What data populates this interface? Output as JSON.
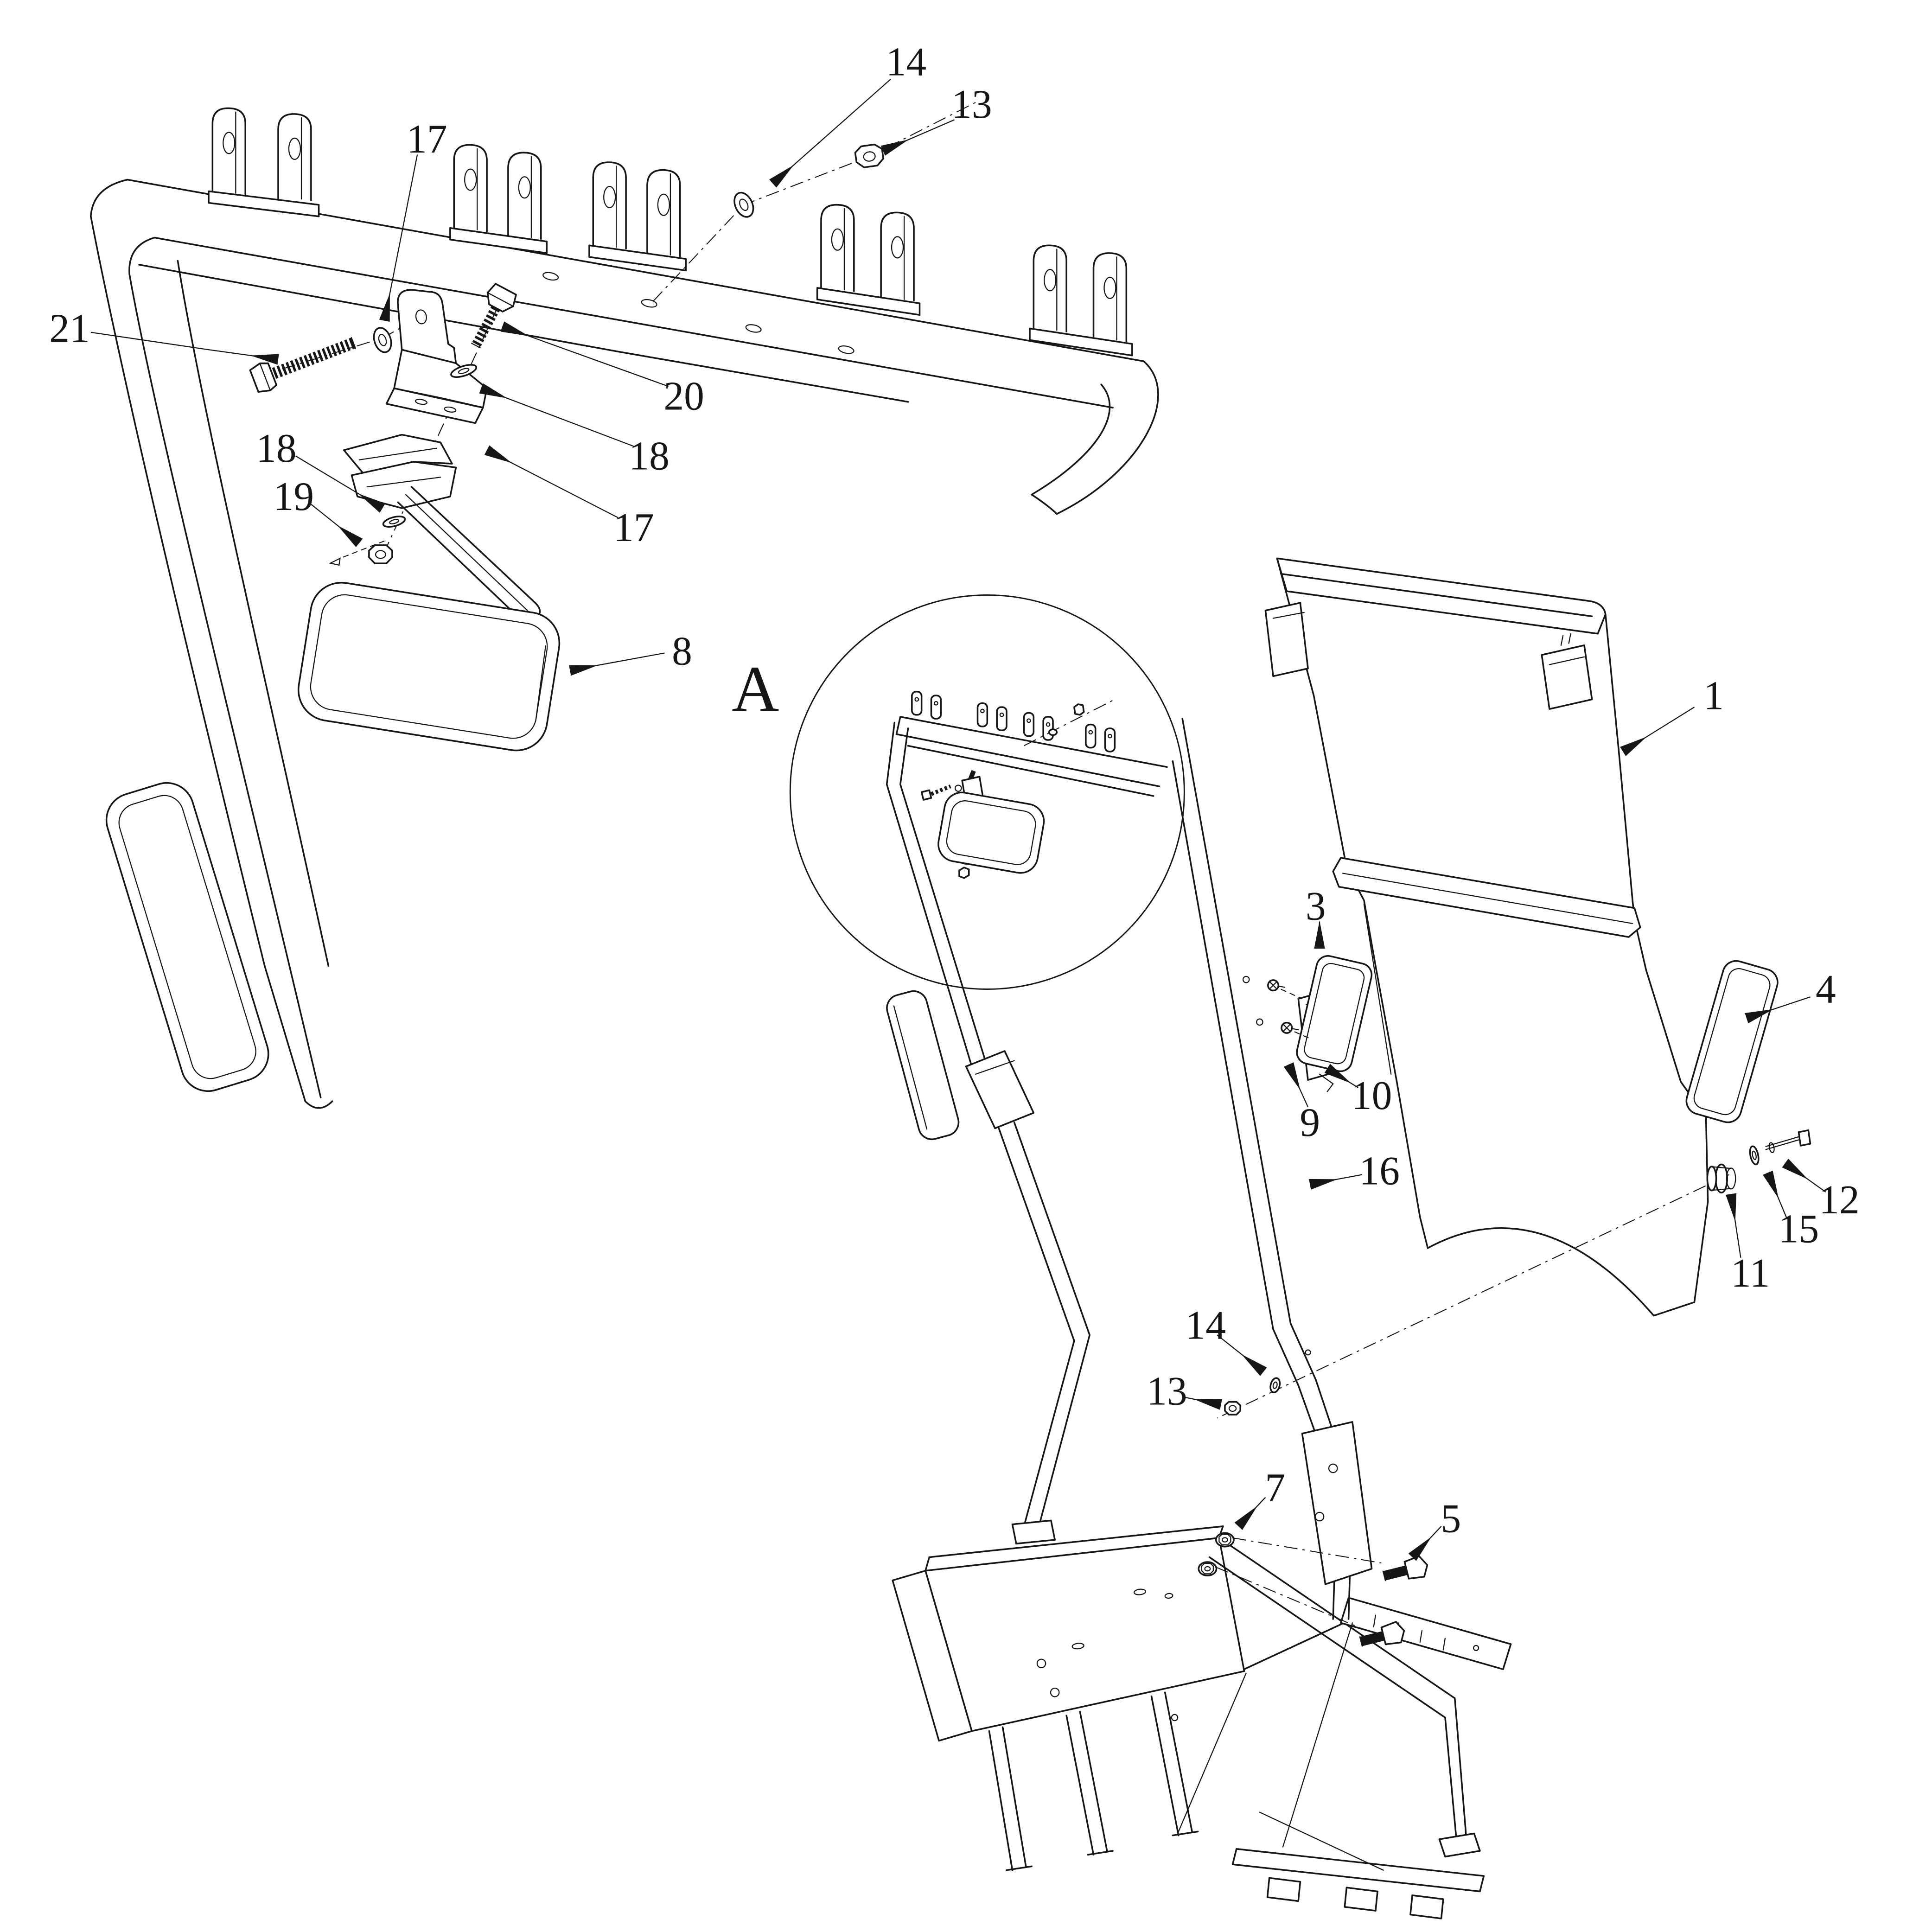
{
  "page": {
    "type": "exploded-parts-diagram",
    "background_color": "#ffffff",
    "ink_color": "#161616",
    "title": ""
  },
  "diagram": {
    "detail_view": {
      "label": "A"
    },
    "part_numbers_visible": [
      "1",
      "3",
      "4",
      "5",
      "7",
      "8",
      "9",
      "10",
      "11",
      "12",
      "13",
      "14",
      "15",
      "16",
      "17",
      "18",
      "19",
      "20",
      "21"
    ],
    "callouts": [
      {
        "id": "c14-top",
        "label": "14"
      },
      {
        "id": "c13-top",
        "label": "13"
      },
      {
        "id": "c17-a",
        "label": "17"
      },
      {
        "id": "c21",
        "label": "21"
      },
      {
        "id": "c20",
        "label": "20"
      },
      {
        "id": "c18-right",
        "label": "18"
      },
      {
        "id": "c17-b",
        "label": "17"
      },
      {
        "id": "c18-left",
        "label": "18"
      },
      {
        "id": "c19",
        "label": "19"
      },
      {
        "id": "c8",
        "label": "8"
      },
      {
        "id": "c1",
        "label": "1"
      },
      {
        "id": "c3",
        "label": "3"
      },
      {
        "id": "c4",
        "label": "4"
      },
      {
        "id": "c9",
        "label": "9"
      },
      {
        "id": "c10",
        "label": "10"
      },
      {
        "id": "c16",
        "label": "16"
      },
      {
        "id": "c12",
        "label": "12"
      },
      {
        "id": "c15",
        "label": "15"
      },
      {
        "id": "c11",
        "label": "11"
      },
      {
        "id": "c14-bottom",
        "label": "14"
      },
      {
        "id": "c13-bottom",
        "label": "13"
      },
      {
        "id": "c7",
        "label": "7"
      },
      {
        "id": "c5",
        "label": "5"
      },
      {
        "id": "cA",
        "label": "A"
      }
    ]
  }
}
